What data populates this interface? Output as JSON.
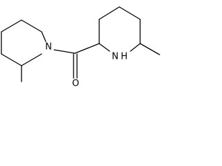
{
  "structure": {
    "atom_labels": {
      "n_left": "N",
      "n_right": "N",
      "h_right": "H",
      "o": "O"
    },
    "colors": {
      "background": "#ffffff",
      "ink": "#000000"
    }
  }
}
